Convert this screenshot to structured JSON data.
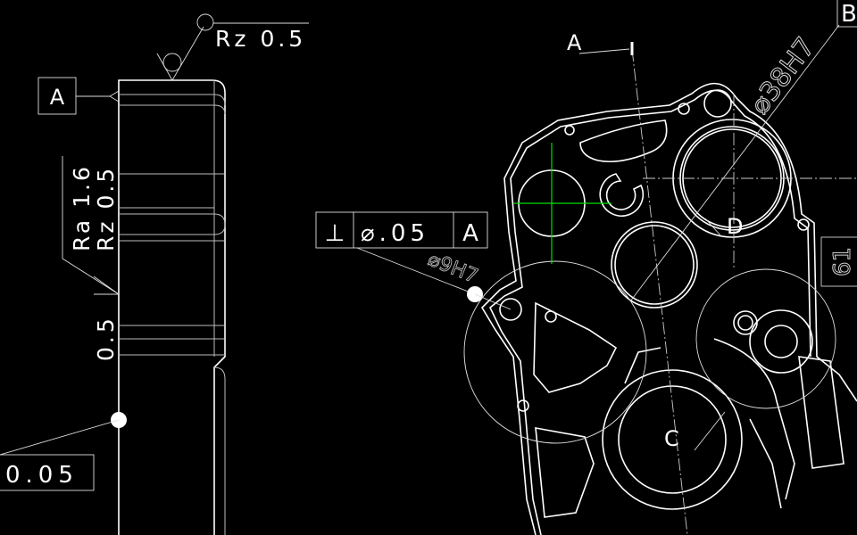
{
  "left_view": {
    "roughness_top": "Rz 0.5",
    "datum_a": "A",
    "roughness_side_ra": "Ra 1.6",
    "roughness_side_rz": "Rz 0.5",
    "dim_side": "0.5",
    "tolerance_box": "0.05"
  },
  "right_view": {
    "fcf_symbol": "⊥",
    "fcf_value": "⌀.05",
    "fcf_datum": "A",
    "hole_callout": "⌀9H7",
    "section_label": "A",
    "bore_callout": "⌀38H7",
    "datum_b": "B",
    "label_d": "D",
    "label_c": "C",
    "dim_61": "61"
  },
  "colors": {
    "background": "#000000",
    "lines": "#ffffff",
    "centerlines_green": "#00e000"
  }
}
